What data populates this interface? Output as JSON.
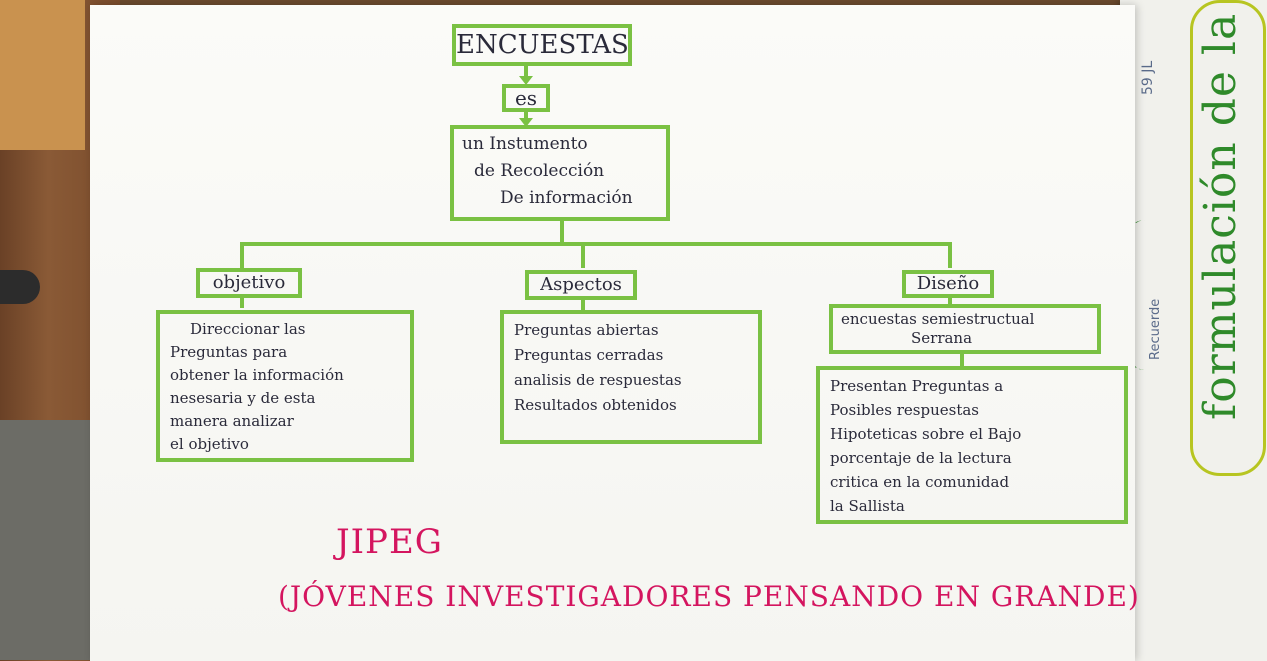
{
  "diagram": {
    "root": "ENCUESTAS",
    "connector": "es",
    "definition": [
      "un Instumento",
      "de Recolección",
      "De información"
    ],
    "branches": [
      {
        "label": "objetivo",
        "lines": [
          "Direccionar las",
          "Preguntas para",
          "obtener la información",
          "nesesaria y de esta",
          "manera analizar",
          "el objetivo"
        ]
      },
      {
        "label": "Aspectos",
        "lines": [
          "Preguntas abiertas",
          "Preguntas cerradas",
          "analisis de respuestas",
          "Resultados obtenidos"
        ]
      },
      {
        "label": "Diseño",
        "sub_label_lines": [
          "encuestas semiestructual",
          "Serrana"
        ],
        "lines": [
          "Presentan Preguntas a",
          "Posibles respuestas",
          "Hipoteticas sobre el Bajo",
          "porcentaje de la lectura",
          "critica en la comunidad",
          "la Sallista"
        ]
      }
    ]
  },
  "footer": {
    "title": "JIPEG",
    "subtitle": "(JÓVENES INVESTIGADORES PENSANDO EN GRANDE)"
  },
  "background_paper": {
    "title": "formulación de la Propuesta",
    "small_text_top": "59 JL",
    "small_text_mid": "Recuerde"
  },
  "colors": {
    "box_green": "#7ac143",
    "text_dark": "#2a2a3a",
    "pink": "#d4155f",
    "side_green": "#2f8a2a"
  }
}
